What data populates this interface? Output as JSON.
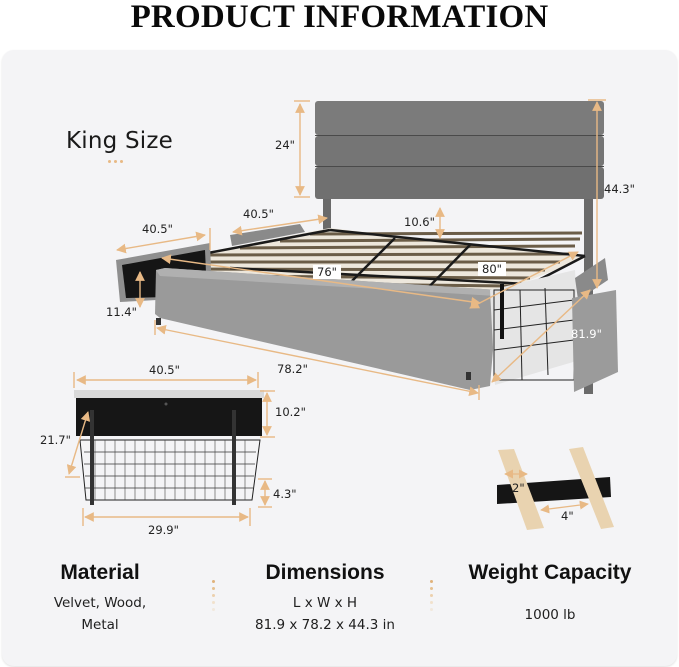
{
  "header": {
    "title": "PRODUCT INFORMATION"
  },
  "product": {
    "size_label": "King Size"
  },
  "colors": {
    "accent": "#e8b985",
    "upholstery": "#8c8c8c",
    "upholstery_dark": "#6e6e6e",
    "metal": "#1c1c1c",
    "wood": "#e9d3b0",
    "background": "#f4f4f6"
  },
  "bed_dimensions": {
    "headboard_height": "24\"",
    "total_height": "44.3\"",
    "headboard_clearance": "10.6\"",
    "left_drawer_width": "40.5\"",
    "right_drawer_width": "40.5\"",
    "inner_length": "76\"",
    "inner_width": "80\"",
    "under_bed_clearance": "11.4\"",
    "outer_length": "78.2\"",
    "outer_width": "81.9\""
  },
  "drawer_dimensions": {
    "front_width": "40.5\"",
    "front_height": "10.2\"",
    "depth": "21.7\"",
    "basket_height": "4.3\"",
    "basket_width": "29.9\""
  },
  "slat_dimensions": {
    "slat_width": "2\"",
    "slat_gap": "4\""
  },
  "specs": [
    {
      "heading": "Material",
      "lines": [
        "Velvet, Wood,",
        "Metal"
      ]
    },
    {
      "heading": "Dimensions",
      "lines": [
        "L x W x H",
        "81.9 x 78.2 x 44.3 in"
      ]
    },
    {
      "heading": "Weight Capacity",
      "lines": [
        "1000 lb"
      ]
    }
  ]
}
